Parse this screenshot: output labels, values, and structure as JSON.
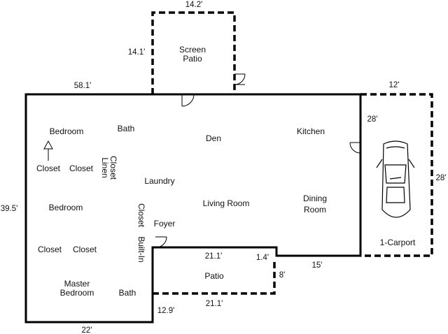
{
  "rooms": {
    "bedroom_1": "Bedroom",
    "bath_1": "Bath",
    "den": "Den",
    "kitchen": "Kitchen",
    "closet_1": "Closet",
    "closet_2": "Closet",
    "linen_closet_line1": "Linen",
    "linen_closet_line2": "Closet",
    "laundry": "Laundry",
    "bedroom_2": "Bedroom",
    "living_room": "Living Room",
    "dining_line1": "Dining",
    "dining_line2": "Room",
    "closet_vertical": "Closet",
    "foyer": "Foyer",
    "built_in": "Built-In",
    "closet_3": "Closet",
    "closet_4": "Closet",
    "master_line1": "Master",
    "master_line2": "Bedroom",
    "bath_2": "Bath",
    "screen_patio_line1": "Screen",
    "screen_patio_line2": "Patio",
    "patio": "Patio",
    "carport": "1-Carport"
  },
  "dimensions": {
    "screen_patio_width": "14.2'",
    "screen_patio_depth": "14.1'",
    "top_wall": "58.1'",
    "carport_width": "12'",
    "carport_inner": "28'",
    "carport_depth": "28'",
    "left_wall": "39.5'",
    "patio_top": "21.1'",
    "patio_offset": "1.4'",
    "patio_depth": "8'",
    "patio_bottom": "21.1'",
    "right_lower": "15'",
    "patio_side": "12.9'",
    "bottom_wall": "22'"
  }
}
